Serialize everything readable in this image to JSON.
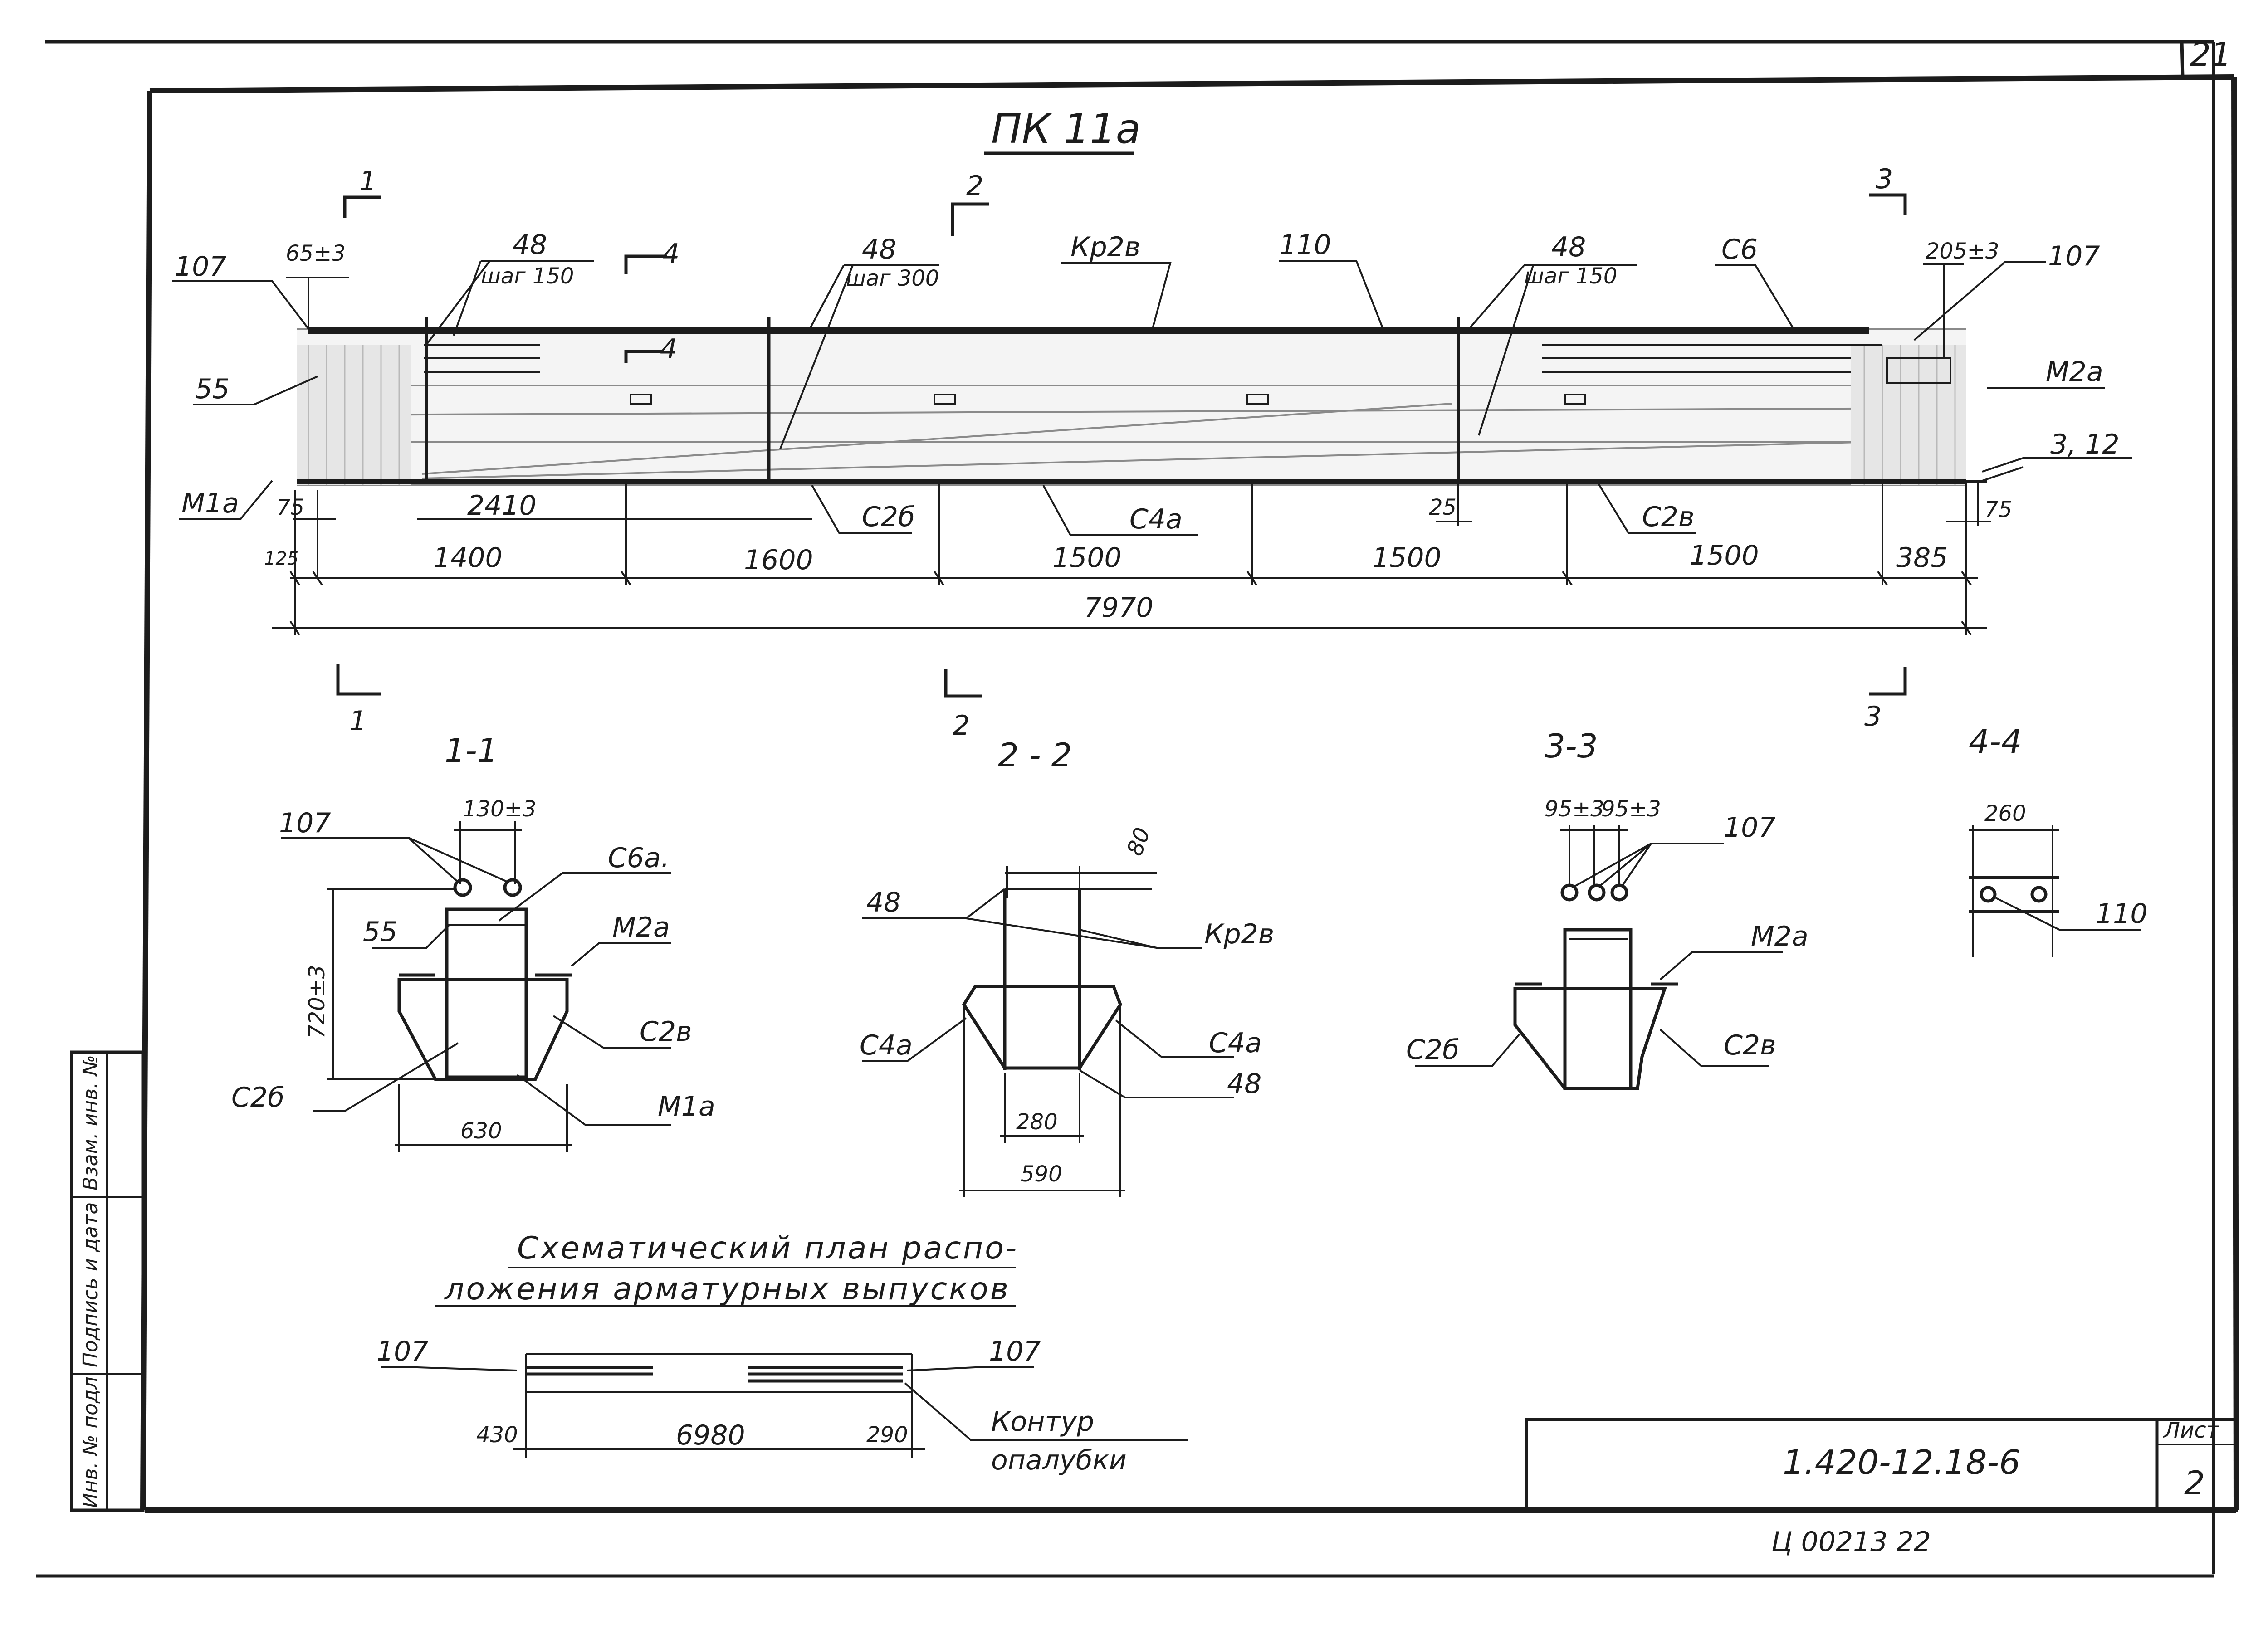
{
  "sheet_corner_number": "21",
  "beam_title": "ПК 11а",
  "elevation": {
    "section_marks": [
      "1",
      "2",
      "3",
      "4",
      "4"
    ],
    "bottom_section_marks": [
      "1",
      "2",
      "3"
    ],
    "callouts": {
      "top_left_107": "107",
      "top_right_107": "107",
      "spacing_65": "65±3",
      "spacing_205": "205±3",
      "stirrup_48_a": "48",
      "step_150_a": "шаг 150",
      "stirrup_48_b": "48",
      "step_300": "шаг 300",
      "cage_kr2v": "Кр2в",
      "bar_110": "110",
      "stirrup_48_c": "48",
      "step_150_b": "шаг 150",
      "cage_s6": "С6",
      "embed_m2a": "М2а",
      "bars_3_12": "3, 12",
      "item_55": "55",
      "embed_m1a": "М1а",
      "cage_c2b_1": "С2б",
      "cage_c4a": "С4а",
      "cage_c2v": "С2в"
    },
    "dimensions": {
      "d75_left": "75",
      "d2410": "2410",
      "d25": "25",
      "d75_right": "75",
      "d125": "125",
      "d1400": "1400",
      "d1600": "1600",
      "d1500_a": "1500",
      "d1500_b": "1500",
      "d1500_c": "1500",
      "d385": "385",
      "total": "7970"
    }
  },
  "sections": {
    "s11": {
      "title": "1-1",
      "bar_107": "107",
      "spacing": "130±3",
      "cage_s6a": "С6а.",
      "item_55": "55",
      "embed_m2a": "М2а",
      "height": "720±3",
      "cage_c2v": "С2в",
      "cage_c2b": "С2б",
      "embed_m1a": "М1а",
      "width": "630"
    },
    "s22": {
      "title": "2 - 2",
      "dim_80": "80",
      "stirrup_48_top": "48",
      "cage_kr2v": "Кр2в",
      "cage_c4a_left": "С4а",
      "cage_c4a_right": "С4а",
      "stirrup_48_bottom": "48",
      "width_inner": "280",
      "width_outer": "590"
    },
    "s33": {
      "title": "3-3",
      "spacing_a": "95±3",
      "spacing_b": "95±3",
      "bar_107": "107",
      "embed_m2a": "М2а",
      "cage_c2b": "С2б",
      "cage_c2v": "С2в"
    },
    "s44": {
      "title": "4-4",
      "width": "260",
      "bar_110": "110"
    }
  },
  "plan": {
    "title_line1": "Схематический план распо-",
    "title_line2": "ложения арматурных выпусков",
    "bar_left": "107",
    "bar_right": "107",
    "d430": "430",
    "d6980": "6980",
    "d290": "290",
    "contour_line1": "Контур",
    "contour_line2": "опалубки"
  },
  "side_stamp": {
    "inv_orig": "Инв. № подл.",
    "sign_date": "Подпись и дата",
    "inv_dup": "Взам. инв. №"
  },
  "title_block": {
    "designation": "1.420-12.18-6",
    "sheet_label": "Лист",
    "sheet_number": "2"
  },
  "footer_code": "Ц 00213  22"
}
